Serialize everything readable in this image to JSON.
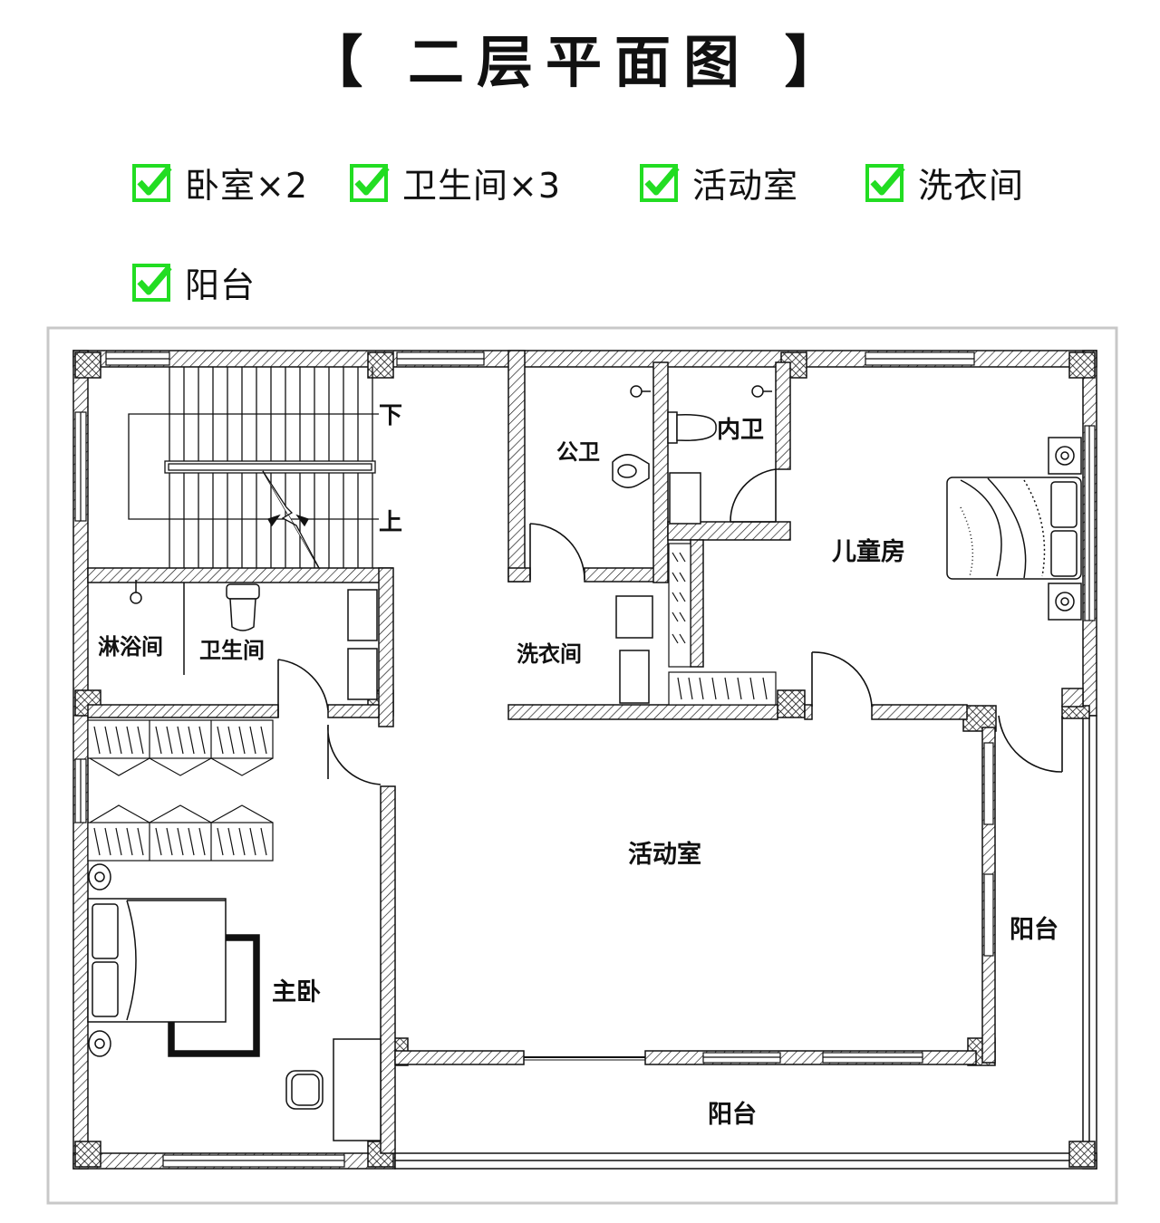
{
  "title": "【 二层平面图 】",
  "features": [
    {
      "label": "卧室×2"
    },
    {
      "label": "卫生间×3"
    },
    {
      "label": "活动室"
    },
    {
      "label": "洗衣间"
    },
    {
      "label": "阳台"
    }
  ],
  "icons": {
    "check": "checkmark-icon"
  },
  "colors": {
    "check_green": "#22dd22",
    "wall_line": "#111111"
  },
  "plan": {
    "stair_down": "下",
    "stair_up": "上",
    "rooms": {
      "public_bath": "公卫",
      "inner_bath": "内卫",
      "children_room": "儿童房",
      "shower": "淋浴间",
      "bathroom": "卫生间",
      "laundry": "洗衣间",
      "activity_room": "活动室",
      "balcony_east": "阳台",
      "master_bedroom": "主卧",
      "balcony_south": "阳台"
    }
  }
}
